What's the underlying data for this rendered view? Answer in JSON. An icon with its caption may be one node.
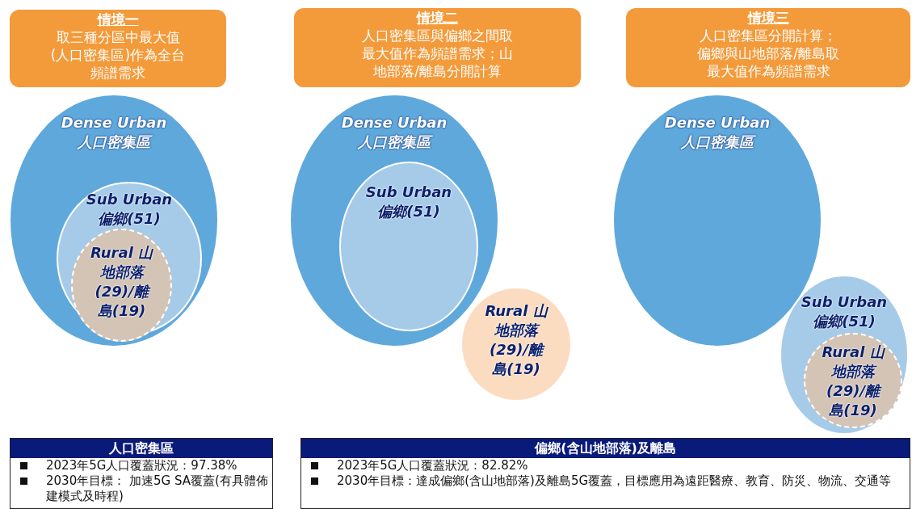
{
  "diagram": {
    "nodes": [
      {
        "text": [
          "情境一",
          "取三種分區中最大值(人口密集區)作為全台頻譜需求"
        ]
      },
      {
        "text": [
          "Dense Urban 人口密集區"
        ]
      },
      {
        "text": [
          "Sub Urban 偏鄉(51)"
        ],
        "in": 1
      },
      {
        "text": [
          "Rural 山地部落(29)/離島(19)"
        ],
        "in": 2
      },
      {
        "text": [
          "情境二",
          "人口密集區與偏鄉之間取最大值作為頻譜需求；山地部落/離島分開計算"
        ]
      },
      {
        "text": [
          "Dense Urban 人口密集區"
        ]
      },
      {
        "text": [
          "Sub Urban 偏鄉(51)"
        ],
        "in": 5
      },
      {
        "text": [
          "Rural 山地部落(29)/離島(19)"
        ]
      },
      {
        "text": [
          "情境三",
          "人口密集區分開計算；偏鄉與山地部落/離島取最大值作為頻譜需求"
        ]
      },
      {
        "text": [
          "Dense Urban 人口密集區"
        ]
      },
      {
        "text": [
          "Sub Urban 偏鄉(51)"
        ]
      },
      {
        "text": [
          "Rural 山地部落(29)/離島(19)"
        ],
        "in": 10
      },
      {
        "text": [
          "人口密集區",
          "2023年5G人口覆蓋狀況：97.38%",
          "2030年目標： 加速5G SA覆蓋(有具體佈建模式及時程)"
        ]
      },
      {
        "text": [
          "偏鄉(含山地部落)及離島",
          "2023年5G人口覆蓋狀況：82.82%",
          "2030年目標：達成偏鄉(含山地部落)及離島5G覆蓋，目標應用為遠距醫療、教育、防災、物流、交通等"
        ]
      }
    ],
    "edges": []
  }
}
